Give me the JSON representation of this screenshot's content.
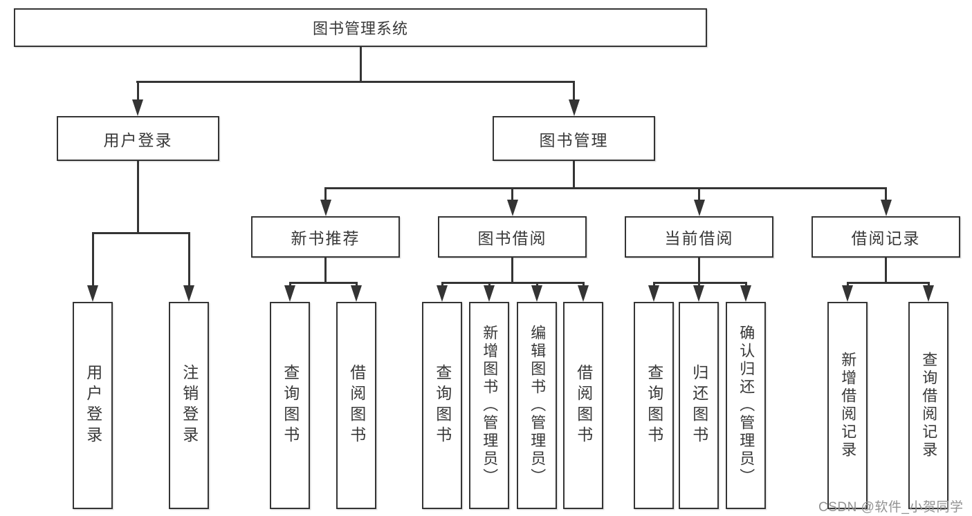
{
  "diagram": {
    "title": "图书管理系统",
    "watermark": "CSDN @软件_小贺同学",
    "colors": {
      "background": "#ffffff",
      "line": "#343434",
      "box_border": "#343434",
      "box_fill": "#ffffff",
      "text": "#383838",
      "watermark_text": "#929292"
    },
    "nodes": {
      "root": "图书管理系统",
      "user_login_group": "用户登录",
      "book_mgmt_group": "图书管理",
      "user_login": "用户登录",
      "logout": "注销登录",
      "new_book_rec": "新书推荐",
      "nbr_search": "查询图书",
      "nbr_borrow": "借阅图书",
      "book_borrow": "图书借阅",
      "bb_search": "查询图书",
      "bb_add": "新增图书（管理员）",
      "bb_edit": "编辑图书（管理员）",
      "bb_borrow": "借阅图书",
      "current_borrow": "当前借阅",
      "cb_search": "查询图书",
      "cb_return": "归还图书",
      "cb_confirm": "确认归还（管理员）",
      "borrow_records": "借阅记录",
      "br_add": "新增借阅记录",
      "br_search": "查询借阅记录"
    }
  }
}
